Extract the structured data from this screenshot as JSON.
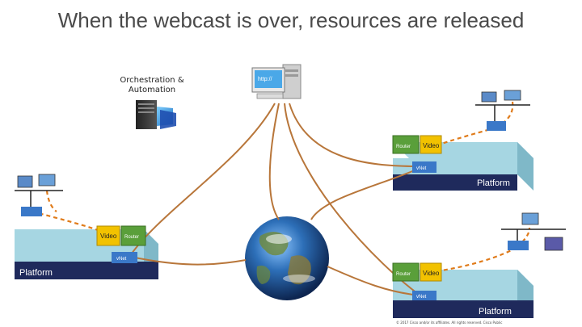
{
  "slide": {
    "title": "When the webcast is over, resources are released",
    "orchestration_label_line1": "Orchestration &",
    "orchestration_label_line2": "Automation",
    "server_screen_text": "http://",
    "footer": "© 2017 Cisco and/or its affiliates. All rights reserved. Cisco Public"
  },
  "platforms": {
    "top_right": {
      "label": "Platform",
      "video_label": "Video",
      "router_label": "Router",
      "nfv_label": "vNet"
    },
    "left": {
      "label": "Platform",
      "video_label": "Video",
      "router_label": "Router",
      "nfv_label": "vNet"
    },
    "bottom_right": {
      "label": "Platform",
      "video_label": "Video",
      "router_label": "Router",
      "nfv_label": "vNet"
    }
  },
  "colors": {
    "platform_front": "#1f2a5c",
    "platform_top": "#a6d6e2",
    "platform_side": "#7fb8c8",
    "router": "#5a9f3a",
    "video": "#f2c200",
    "link": "#b8763a",
    "dashed_link": "#e07b1a"
  }
}
